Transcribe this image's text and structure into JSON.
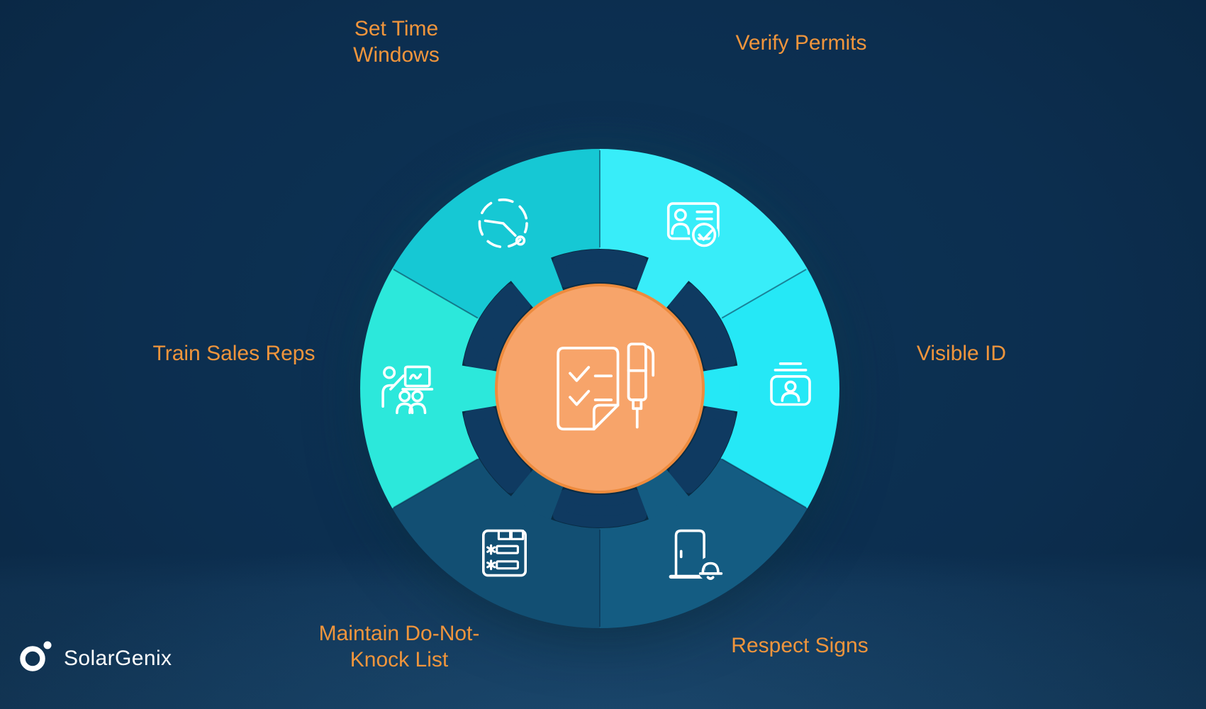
{
  "brand": {
    "name": "SolarGenix"
  },
  "colors": {
    "background": "#0d3456",
    "inner_wedge": "#0f3a61",
    "label_text": "#f0953c",
    "center_fill": "#f7a46a",
    "center_border": "#ee8b3d",
    "icon_stroke": "#ffffff",
    "brand_text": "#ffffff"
  },
  "center": {
    "icon": "checklist-pen-icon"
  },
  "segments": [
    {
      "id": "set-time-windows",
      "label": "Set Time Windows",
      "icon": "clock-icon",
      "color": "#16c8d4",
      "position": "top-left"
    },
    {
      "id": "verify-permits",
      "label": "Verify Permits",
      "icon": "id-card-check-icon",
      "color": "#38edf9",
      "position": "top-right"
    },
    {
      "id": "visible-id",
      "label": "Visible ID",
      "icon": "id-badge-icon",
      "color": "#25e8f6",
      "position": "right"
    },
    {
      "id": "respect-signs",
      "label": "Respect Signs",
      "icon": "door-bell-icon",
      "color": "#145c82",
      "position": "bottom-right"
    },
    {
      "id": "maintain-do-not-knock-list",
      "label": "Maintain Do-Not-Knock List",
      "icon": "do-not-knock-list-icon",
      "color": "#124f73",
      "position": "bottom-left"
    },
    {
      "id": "train-sales-reps",
      "label": "Train Sales Reps",
      "icon": "training-icon",
      "color": "#2ce8db",
      "position": "left"
    }
  ]
}
